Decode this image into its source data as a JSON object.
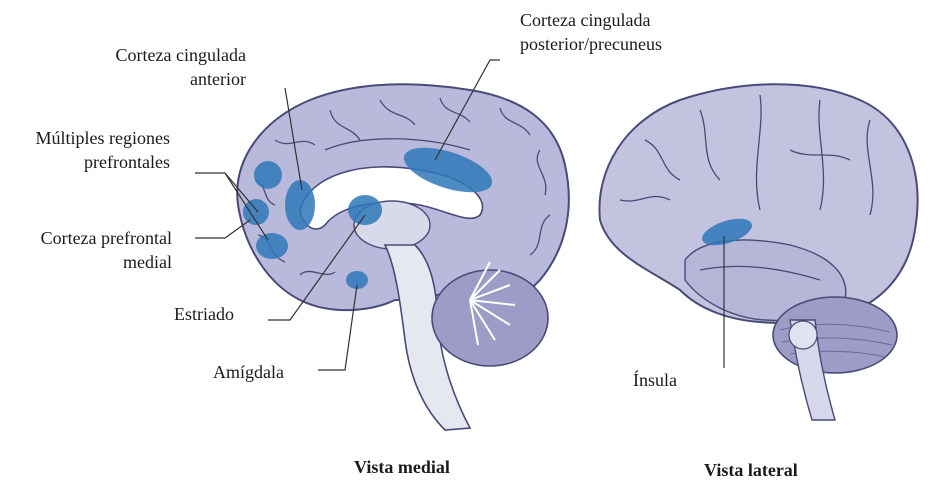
{
  "labels": {
    "acc_line1": "Corteza cingulada",
    "acc_line2": "anterior",
    "multi_line1": "Múltiples regiones",
    "multi_line2": "prefrontales",
    "mpfc_line1": "Corteza prefrontal",
    "mpfc_line2": "medial",
    "striatum": "Estriado",
    "amygdala": "Amígdala",
    "pcc_line1": "Corteza cingulada",
    "pcc_line2": "posterior/precuneus",
    "insula": "Ínsula"
  },
  "captions": {
    "medial": "Vista medial",
    "lateral": "Vista lateral"
  },
  "colors": {
    "brain_fill": "#b9b9dc",
    "brain_stroke": "#4a4a7a",
    "highlight": "#2e78b8",
    "brainstem": "#e6e8f0",
    "cerebellum": "#9c9cc6"
  }
}
